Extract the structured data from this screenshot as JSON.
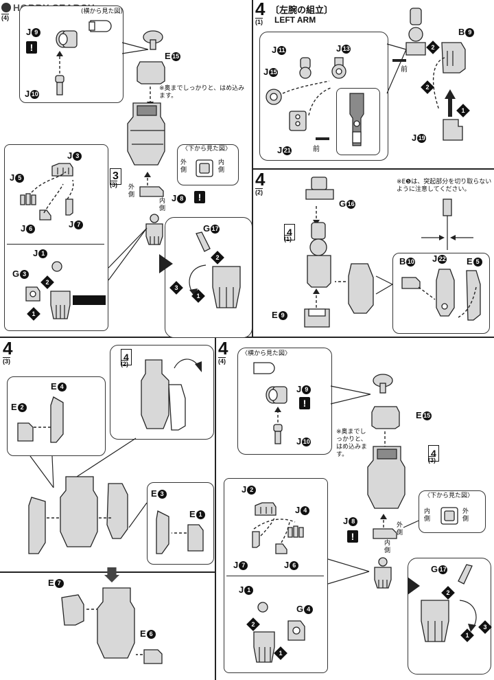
{
  "header": {
    "brand": "HOBBY SEARCH"
  },
  "panels": {
    "p1": {
      "sub": "(4)",
      "side_view": "(横から見た図)",
      "J9": "J",
      "J10": "J",
      "E15": "E",
      "note": "※奥までしっかりと、はめ込みます。",
      "bottom_view": "〈下から見た図〉",
      "outer": "外側",
      "inner": "内側",
      "J8": "J",
      "outer2": "外側",
      "inner2": "内側",
      "step_ref": "3",
      "step_ref_sub": "(3)",
      "J3": "J",
      "J5": "J",
      "J6": "J",
      "J7": "J",
      "J1": "J",
      "G3": "G",
      "G17": "G"
    },
    "p2": {
      "step": "4",
      "sub": "(1)",
      "title_jp": "〔左腕の組立〕",
      "title_en": "LEFT ARM",
      "J11": "J",
      "J13": "J",
      "J15": "J",
      "J21": "J",
      "J19": "J",
      "B9": "B",
      "front1": "前",
      "front2": "前"
    },
    "p3": {
      "step": "4",
      "sub": "(2)",
      "G16": "G",
      "ref": "4",
      "ref_sub": "(1)",
      "E9": "E",
      "note": "※E❺は、突起部分を切り取らないように注意してください。",
      "B10": "B",
      "J22": "J",
      "E5": "E"
    },
    "p4": {
      "step": "4",
      "sub": "(3)",
      "ref": "4",
      "ref_sub": "(2)",
      "E2": "E",
      "E4": "E",
      "E3": "E",
      "E1": "E",
      "E7": "E",
      "E6": "E"
    },
    "p5": {
      "step": "4",
      "sub": "(4)",
      "side_view": "〈横から見た図〉",
      "J9": "J",
      "J10": "J",
      "E15": "E",
      "note": "※奥までしっかりと、はめ込みます。",
      "ref": "4",
      "ref_sub": "(3)",
      "J8": "J",
      "bottom_view": "〈下から見た図〉",
      "inner": "内側",
      "outer": "外側",
      "outer2": "外側",
      "inner2": "内側",
      "J2": "J",
      "J4": "J",
      "J7": "J",
      "J6": "J",
      "J1": "J",
      "G4": "G",
      "G17": "G"
    }
  },
  "circled": {
    "n1": "1",
    "n2": "2",
    "n3": "3",
    "n4": "4",
    "n5": "5",
    "n6": "6",
    "n7": "7",
    "n8": "8",
    "n9": "9",
    "n10": "10",
    "n11": "11",
    "n13": "13",
    "n15": "15",
    "n16": "16",
    "n17": "17",
    "n19": "19",
    "n21": "21",
    "n22": "22"
  },
  "warning_symbol": "!",
  "colors": {
    "ink": "#111111",
    "part_fill": "#d8d8d8",
    "part_dark": "#8a8a8a",
    "paper": "#ffffff"
  }
}
